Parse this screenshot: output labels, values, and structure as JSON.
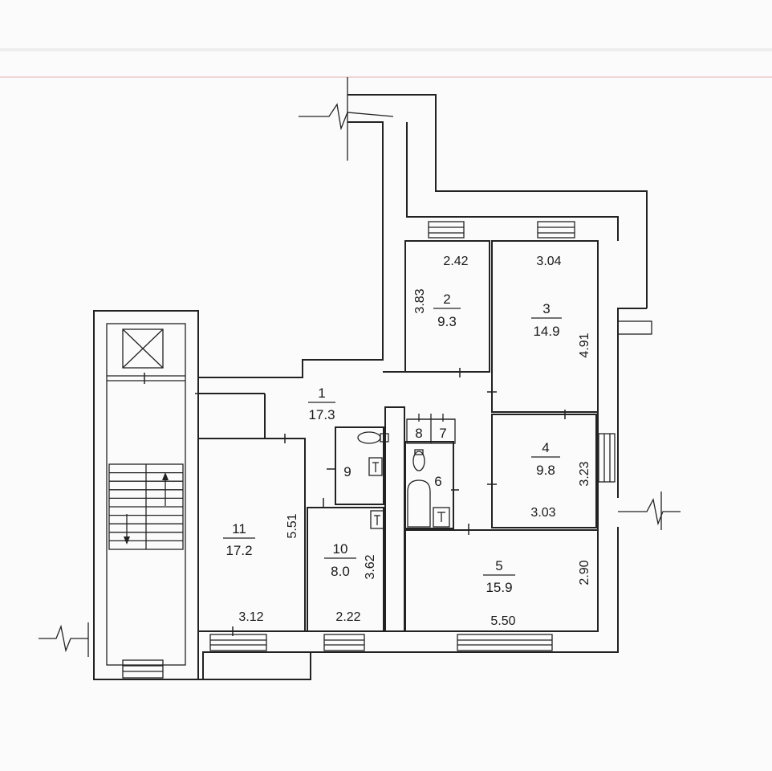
{
  "rooms": [
    {
      "id": "1",
      "number": "1",
      "area": "17.3"
    },
    {
      "id": "2",
      "number": "2",
      "area": "9.3",
      "dims": [
        "2.42",
        "3.83"
      ]
    },
    {
      "id": "3",
      "number": "3",
      "area": "14.9",
      "dims": [
        "3.04",
        "4.91"
      ]
    },
    {
      "id": "4",
      "number": "4",
      "area": "9.8",
      "dims": [
        "3.03",
        "3.23"
      ]
    },
    {
      "id": "5",
      "number": "5",
      "area": "15.9",
      "dims": [
        "5.50",
        "2.90"
      ]
    },
    {
      "id": "6",
      "number": "6"
    },
    {
      "id": "7",
      "number": "7"
    },
    {
      "id": "8",
      "number": "8"
    },
    {
      "id": "9",
      "number": "9"
    },
    {
      "id": "10",
      "number": "10",
      "area": "8.0",
      "dims": [
        "2.22",
        "3.62"
      ]
    },
    {
      "id": "11",
      "number": "11",
      "area": "17.2",
      "dims": [
        "3.12",
        "5.51"
      ]
    }
  ],
  "icons": {
    "elevator": "elevator-shaft-icon",
    "stairs": "staircase-icon",
    "toilet": "toilet-icon",
    "bathtub": "bathtub-icon",
    "sink": "sink-icon",
    "stove": "stove-icon"
  }
}
